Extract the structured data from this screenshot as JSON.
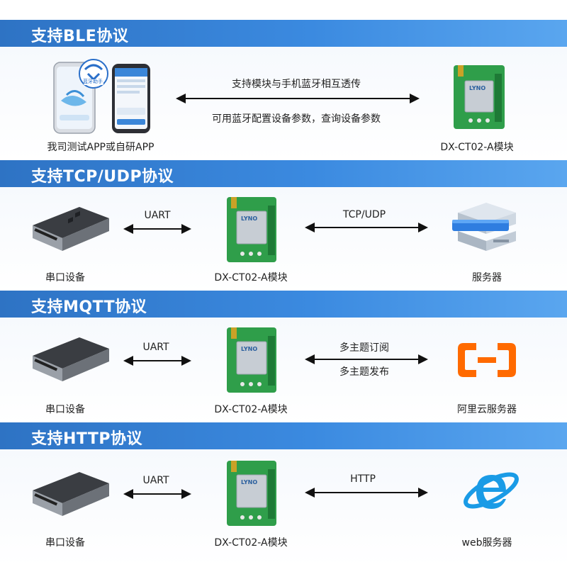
{
  "sections": [
    {
      "title": "支持BLE协议",
      "left_caption": "我司测试APP或自研APP",
      "app_badge": "蓝牙助手",
      "arrow_labels": [
        "支持模块与手机蓝牙相互透传",
        "可用蓝牙配置设备参数，查询设备参数"
      ],
      "right_caption": "DX-CT02-A模块"
    },
    {
      "title": "支持TCP/UDP协议",
      "left_caption": "串口设备",
      "left_arrow_label": "UART",
      "center_caption": "DX-CT02-A模块",
      "right_arrow_labels": [
        "TCP/UDP"
      ],
      "right_caption": "服务器"
    },
    {
      "title": "支持MQTT协议",
      "left_caption": "串口设备",
      "left_arrow_label": "UART",
      "center_caption": "DX-CT02-A模块",
      "right_arrow_labels": [
        "多主题订阅",
        "多主题发布"
      ],
      "right_caption": "阿里云服务器"
    },
    {
      "title": "支持HTTP协议",
      "left_caption": "串口设备",
      "left_arrow_label": "UART",
      "center_caption": "DX-CT02-A模块",
      "right_arrow_labels": [
        "HTTP"
      ],
      "right_caption": "web服务器"
    }
  ],
  "module_chip_text": "LYNO",
  "colors": {
    "band": "#3b8ae0",
    "pcb": "#2f9e4a",
    "aliyun": "#ff6a00",
    "ie": "#1a9be6"
  }
}
